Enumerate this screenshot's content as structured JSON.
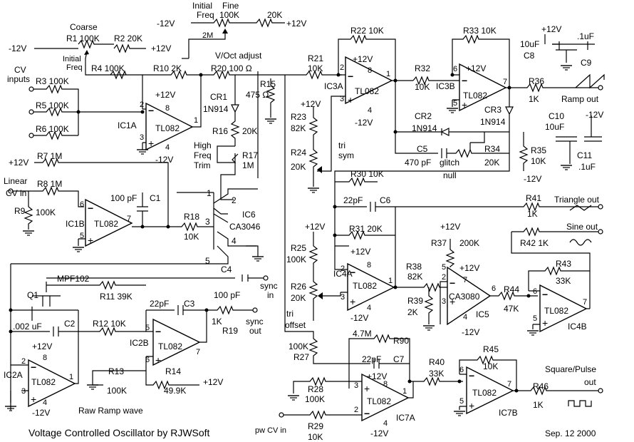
{
  "title": "Voltage Controlled Oscillator by RJWSoft",
  "date": "Sep. 12 2000",
  "labels": {
    "minus12": "-12V",
    "plus12": "+12V",
    "coarse": "Coarse",
    "initial": "Initial",
    "freq": "Freq",
    "fine": "Fine",
    "r1": "R1 100K",
    "r2": "R2 20K",
    "r4": "R4 100K",
    "r10": "R10 2K",
    "r20": "R20 100 Ω",
    "voct": "V/Oct adjust",
    "r15": "R15",
    "r15v": "475 Ω",
    "fine100k": "100K",
    "fine20k": "20K",
    "twoM": "2M",
    "cvInputs1": "CV",
    "cvInputs2": "inputs",
    "r3": "R3 100K",
    "r5": "R5 100K",
    "r6": "R6 100K",
    "ic1a": "IC1A",
    "tl082": "TL082",
    "cr1": "CR1",
    "in914": "1N914",
    "r16": "R16",
    "r16v": "20K",
    "high": "High",
    "freqTrim": "Freq",
    "trim": "Trim",
    "r17": "R17",
    "r17v": "1M",
    "r7": "R7  1M",
    "r8": "R8  1M",
    "linear": "Linear",
    "cvIn": "CV in",
    "r9": "R9",
    "r9v": "100K",
    "ic1b": "IC1B",
    "c1v": "100 pF",
    "c1": "C1",
    "r18": "R18",
    "r18v": "10K",
    "ic6": "IC6",
    "ca3046": "CA3046",
    "q1": "Q1",
    "mpf102": "MPF102",
    "r11": "R11 39K",
    "c4": "C4",
    "c4v": "100 pF",
    "syncIn1": "sync",
    "syncIn2": "in",
    "c2v": ".002 uF",
    "c2": "C2",
    "r12": "R12 10K",
    "c3v": "22pF",
    "c3": "C3",
    "r19v": "1K",
    "r19": "R19",
    "syncOut1": "sync",
    "syncOut2": "out",
    "ic2b": "IC2B",
    "r13": "R13",
    "r13v": "100K",
    "r14": "R14",
    "r14v": "49.9K",
    "ic2a": "IC2A",
    "rawRamp": "Raw Ramp wave",
    "r21": "R21",
    "r21v": "10K",
    "r22": "R22 10K",
    "ic3a": "IC3A",
    "r23": "R23",
    "r23v": "82K",
    "r24": "R24",
    "r24v": "20K",
    "tri": "tri",
    "sym": "sym",
    "r32": "R32",
    "r32v": "10K",
    "r33": "R33 10K",
    "ic3b": "IC3B",
    "c8v": "10uF",
    "c8": "C8",
    "c9v": ".1uF",
    "c9": "C9",
    "r36": "R36",
    "r36v": "1K",
    "rampOut": "Ramp out",
    "cr3": "CR3",
    "cr2": "CR2",
    "c5": "C5",
    "c5v": "470 pF",
    "r34": "R34",
    "r34v": "20K",
    "glitch": "glitch",
    "null": "null",
    "r35": "R35",
    "r35v": "10K",
    "c10": "C10",
    "c10v": "10uF",
    "c11": "C11",
    "c11v": ".1uF",
    "r30": "R30 10K",
    "c6v": "22pF",
    "c6": "C6",
    "r41": "R41",
    "r41v": "1K",
    "triOut": "Triangle out",
    "sineOut": "Sine out",
    "r42": "R42  1K",
    "r31": "R31  20K",
    "r37": "R37",
    "r37v": "200K",
    "r25": "R25",
    "r25v": "100K",
    "ic4a": "IC4A",
    "r26": "R26",
    "r26v": "20K",
    "offset": "offset",
    "r38": "R38",
    "r38v": "82K",
    "r39": "R39",
    "r39v": "2K",
    "ca3080": "CA3080",
    "ic5": "IC5",
    "r44": "R44",
    "r44v": "47K",
    "r43": "R43",
    "r43v": "33K",
    "ic4b": "IC4B",
    "r27": "R27",
    "r27v": "100K",
    "r90v": "4.7M",
    "r90": "R90",
    "c7v": "22pF",
    "c7": "C7",
    "r28": "R28",
    "r28v": "100K",
    "r29": "R29",
    "r29v": "10K",
    "pwCvIn": "pw CV in",
    "ic7a": "IC7A",
    "r40": "R40",
    "r40v": "33K",
    "r45": "R45",
    "r45v": "10K",
    "ic7b": "IC7B",
    "r46": "R46",
    "r46v": "1K",
    "squareOut1": "Square/Pulse",
    "squareOut2": "out"
  }
}
